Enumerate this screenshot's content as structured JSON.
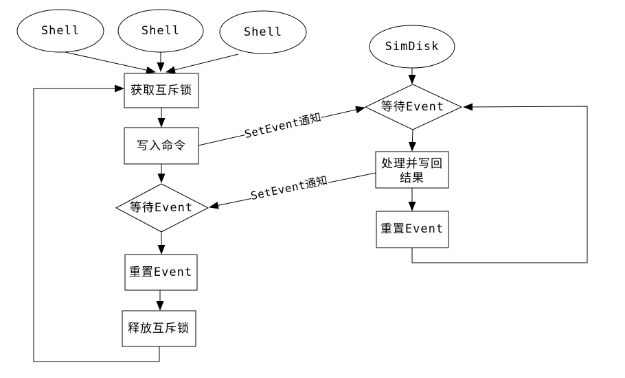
{
  "canvas": {
    "background": "#ffffff",
    "line_color": "#000000",
    "text_color": "#000000"
  },
  "nodes": {
    "shell1": {
      "type": "ellipse",
      "label": "Shell"
    },
    "shell2": {
      "type": "ellipse",
      "label": "Shell"
    },
    "shell3": {
      "type": "ellipse",
      "label": "Shell"
    },
    "simdisk": {
      "type": "ellipse",
      "label": "SimDisk"
    },
    "acquire_mutex": {
      "type": "process",
      "label": "获取互斥锁"
    },
    "write_command": {
      "type": "process",
      "label": "写入命令"
    },
    "wait_event_shell": {
      "type": "decision",
      "label": "等待Event"
    },
    "reset_event_shell": {
      "type": "process",
      "label": "重置Event"
    },
    "release_mutex": {
      "type": "process",
      "label": "释放互斥锁"
    },
    "wait_event_simdisk": {
      "type": "decision",
      "label": "等待Event"
    },
    "process_writeback": {
      "type": "process",
      "label_line1": "处理并写回",
      "label_line2": "结果"
    },
    "reset_event_simdisk": {
      "type": "process",
      "label": "重置Event"
    }
  },
  "edge_labels": {
    "setevent_notify_to_simdisk": "SetEvent通知",
    "setevent_notify_to_shell": "SetEvent通知"
  }
}
